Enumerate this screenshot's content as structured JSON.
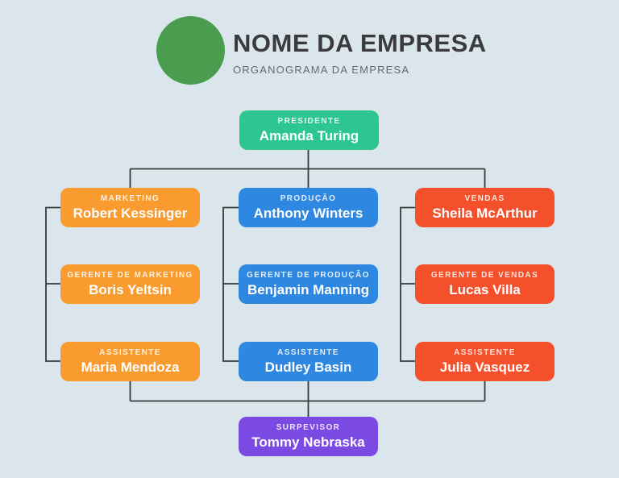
{
  "page": {
    "background_color": "#dbe6ec"
  },
  "header": {
    "logo_icon": "circle",
    "logo_color": "#4a9c4f",
    "title": "NOME DA EMPRESA",
    "subtitle": "ORGANOGRAMA DA EMPRESA"
  },
  "org_chart": {
    "connector_color": "#393939",
    "nodes": {
      "presidente": {
        "role": "PRESIDENTE",
        "name": "Amanda Turing",
        "color": "#2ec690"
      },
      "marketing": {
        "role": "MARKETING",
        "name": "Robert Kessinger",
        "color": "#f99b2f"
      },
      "producao": {
        "role": "PRODUÇÃO",
        "name": "Anthony Winters",
        "color": "#2e87e0"
      },
      "vendas": {
        "role": "VENDAS",
        "name": "Sheila McArthur",
        "color": "#f4502b"
      },
      "gerente_marketing": {
        "role": "GERENTE DE MARKETING",
        "name": "Boris Yeltsin",
        "color": "#f99b2f"
      },
      "gerente_producao": {
        "role": "GERENTE DE PRODUÇÃO",
        "name": "Benjamin Manning",
        "color": "#2e87e0"
      },
      "gerente_vendas": {
        "role": "GERENTE DE VENDAS",
        "name": "Lucas Villa",
        "color": "#f4502b"
      },
      "assistente_marketing": {
        "role": "ASSISTENTE",
        "name": "Maria Mendoza",
        "color": "#f99b2f"
      },
      "assistente_producao": {
        "role": "ASSISTENTE",
        "name": "Dudley Basin",
        "color": "#2e87e0"
      },
      "assistente_vendas": {
        "role": "ASSISTENTE",
        "name": "Julia Vasquez",
        "color": "#f4502b"
      },
      "surpevisor": {
        "role": "SURPEVISOR",
        "name": "Tommy Nebraska",
        "color": "#7b4ae2"
      }
    }
  }
}
